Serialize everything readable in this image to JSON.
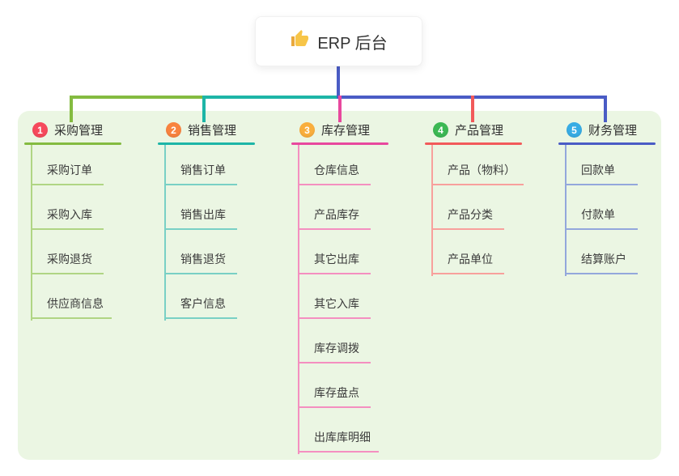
{
  "root": {
    "label": "ERP 后台",
    "icon": "thumbs-up-icon"
  },
  "branches": [
    {
      "badge": "1",
      "badge_color": "#f6495c",
      "label": "采购管理",
      "line_color": "#84bb40",
      "child_line_color": "#b0d584",
      "children": [
        "采购订单",
        "采购入库",
        "采购退货",
        "供应商信息"
      ]
    },
    {
      "badge": "2",
      "badge_color": "#f8833f",
      "label": "销售管理",
      "line_color": "#1db5a7",
      "child_line_color": "#79d0c5",
      "children": [
        "销售订单",
        "销售出库",
        "销售退货",
        "客户信息"
      ]
    },
    {
      "badge": "3",
      "badge_color": "#f9ae3d",
      "label": "库存管理",
      "line_color": "#e8489e",
      "child_line_color": "#f48fc0",
      "children": [
        "仓库信息",
        "产品库存",
        "其它出库",
        "其它入库",
        "库存调拨",
        "库存盘点",
        "出库库明细"
      ]
    },
    {
      "badge": "4",
      "badge_color": "#3cb854",
      "label": "产品管理",
      "line_color": "#f25a5a",
      "child_line_color": "#f8a09c",
      "children": [
        "产品（物料）",
        "产品分类",
        "产品单位"
      ]
    },
    {
      "badge": "5",
      "badge_color": "#38ace4",
      "label": "财务管理",
      "line_color": "#4a5cc5",
      "child_line_color": "#93a7dc",
      "children": [
        "回款单",
        "付款单",
        "结算账户"
      ]
    }
  ]
}
